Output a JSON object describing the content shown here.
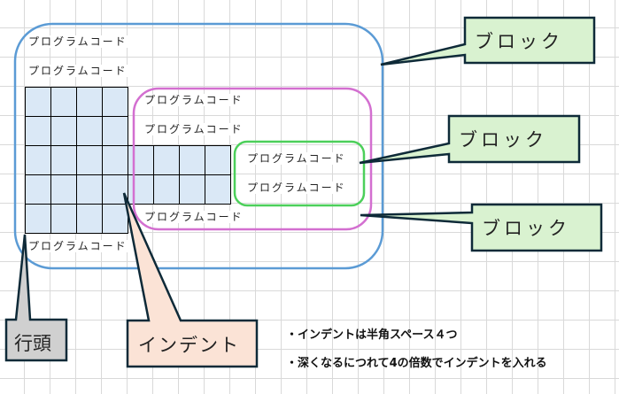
{
  "code_line": "プログラムコード",
  "outer_block": {
    "color": "#5b9bd5",
    "lines_top": [
      "プログラムコード",
      "プログラムコード"
    ],
    "line_bottom": "プログラムコード"
  },
  "middle_block": {
    "color": "#d36fd0",
    "lines_top": [
      "プログラムコード",
      "プログラムコード"
    ],
    "line_bottom": "プログラムコード"
  },
  "inner_block": {
    "color": "#4ccf5a",
    "lines": [
      "プログラムコード",
      "プログラムコード"
    ]
  },
  "callouts": {
    "block_1": {
      "label": "ブロック",
      "fill": "#d9f2d0"
    },
    "block_2": {
      "label": "ブロック",
      "fill": "#d9f2d0"
    },
    "block_3": {
      "label": "ブロック",
      "fill": "#d9f2d0"
    },
    "line_head": {
      "label": "行頭",
      "fill": "#d0d0d0"
    },
    "indent": {
      "label": "インデント",
      "fill": "#fbe3d6"
    }
  },
  "notes": [
    "・インデントは半角スペース４つ",
    "・深くなるにつれて4の倍数でインデントを入れる"
  ],
  "indent_cell_color": "#dae8f6"
}
